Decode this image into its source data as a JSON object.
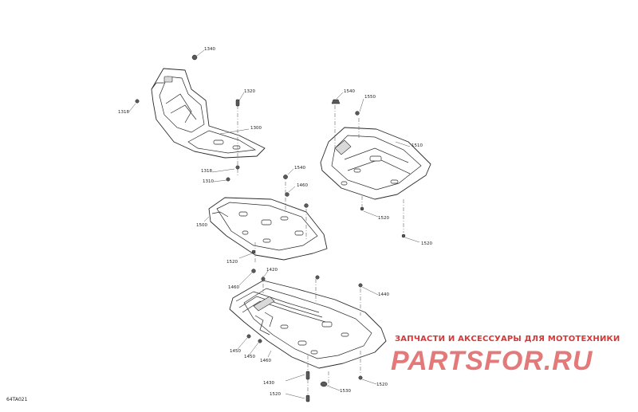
{
  "diagram": {
    "callouts": [
      "1340",
      "1318",
      "1320",
      "1300",
      "1318",
      "1310",
      "1540",
      "1550",
      "1510",
      "1540",
      "1460",
      "1500",
      "1520",
      "1520",
      "1520",
      "1420",
      "1460",
      "1440",
      "1450",
      "1450",
      "1460",
      "1430",
      "1520",
      "1530",
      "1520"
    ],
    "code": "64TA021"
  },
  "watermark": {
    "line": "ЗАПЧАСТИ И АКСЕССУАРЫ ДЛЯ МОТОТЕХНИКИ",
    "logo": "PARTSFOR.RU"
  },
  "colors": {
    "line": "#2a2a2a",
    "watermark_text": "#d23a3a",
    "watermark_logo": "#e06b6b"
  }
}
